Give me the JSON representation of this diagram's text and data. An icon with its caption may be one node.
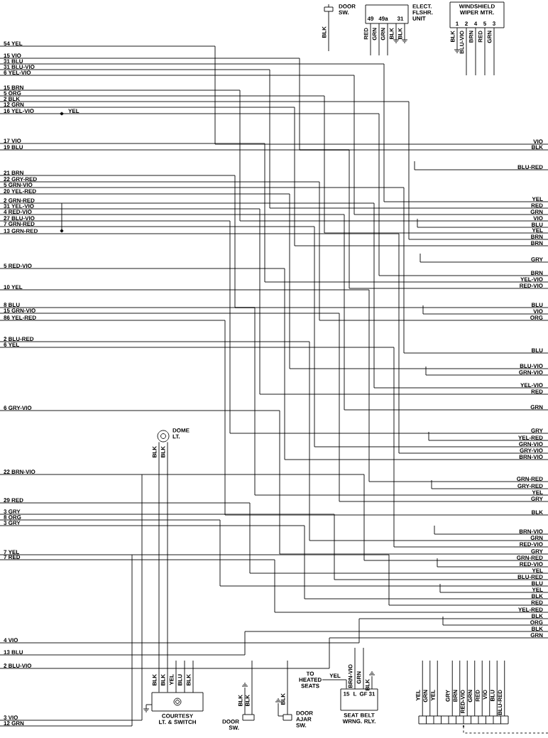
{
  "diagram": {
    "nodes": [
      {
        "text": [
          "DOOR SW."
        ]
      },
      {
        "text": [
          "ELECT. FLSHR. UNIT",
          "49",
          "49a",
          "31"
        ]
      },
      {
        "text": [
          "WINDSHIELD WIPER MTR.",
          "1",
          "2",
          "4",
          "5",
          "3"
        ]
      },
      {
        "text": [
          "DOME LT."
        ]
      },
      {
        "text": [
          "COURTESY LT. & SWITCH"
        ]
      },
      {
        "text": [
          "DOOR SW."
        ]
      },
      {
        "text": [
          "TO HEATED SEATS"
        ]
      },
      {
        "text": [
          "DOOR AJAR SW."
        ]
      },
      {
        "text": [
          "15",
          "L",
          "GF",
          "31",
          "SEAT BELT WRNG. RLY."
        ]
      },
      {
        "text": [],
        "shape": "box"
      }
    ],
    "edges": [
      {
        "from": 3,
        "to": 4,
        "arrow": "none",
        "label": "BLK"
      },
      {
        "from": 3,
        "to": 4,
        "arrow": "none",
        "label": "BLK"
      },
      {
        "from": 6,
        "to": 8,
        "arrow": "none",
        "label": "YEL"
      },
      {
        "from": null,
        "to": 9,
        "arrow": "to",
        "style": "dashed"
      }
    ],
    "labels": [
      "54 YEL",
      "15 VIO",
      "31 BLU",
      "31 BLU-VIO",
      "6 YEL-VIO",
      "15 BRN",
      "5 ORG",
      "2 BLK",
      "12 GRN",
      "16 YEL-VIO",
      "YEL",
      "17 VIO",
      "19 BLU",
      "21 BRN",
      "22 GRY-RED",
      "5 GRN-VIO",
      "20 YEL-RED",
      "2 GRN-RED",
      "31 YEL-VIO",
      "4 RED-VIO",
      "27 BLU-VIO",
      "7 GRN-RED",
      "13 GRN-RED",
      "5 RED-VIO",
      "10 YEL",
      "8 BLU",
      "15 GRN-VIO",
      "86 YEL-RED",
      "2 BLU-RED",
      "6 YEL",
      "6 GRY-VIO",
      "22 BRN-VIO",
      "29 RED",
      "3 GRY",
      "8 ORG",
      "3 GRY",
      "7 YEL",
      "7 RED",
      "4 VIO",
      "13 BLU",
      "2 BLU-VIO",
      "3 VIO",
      "12 GRN",
      "VIO",
      "BLK",
      "BLU-RED",
      "YEL",
      "RED",
      "GRN",
      "VIO",
      "BLU",
      "YEL",
      "BRN",
      "BRN",
      "GRY",
      "BRN",
      "YEL-VIO",
      "RED-VIO",
      "BLU",
      "VIO",
      "ORG",
      "BLU",
      "BLU-VIO",
      "GRN-VIO",
      "YEL-VIO",
      "RED",
      "GRN",
      "GRY",
      "YEL-RED",
      "GRN-VIO",
      "GRY-VIO",
      "BRN-VIO",
      "GRN-RED",
      "GRY-RED",
      "YEL",
      "GRY",
      "BLK",
      "BRN-VIO",
      "GRN",
      "RED-VIO",
      "GRY",
      "GRN-RED",
      "RED-VIO",
      "YEL",
      "BLU-RED",
      "BLU",
      "YEL",
      "BLK",
      "RED",
      "YEL-RED",
      "BLK",
      "ORG",
      "BLK",
      "GRN",
      "BLK",
      "RED",
      "GRN",
      "GRN",
      "BLK",
      "BLK",
      "BLK",
      "BLU-VIO",
      "BRN",
      "RED",
      "GRN",
      "BLK",
      "BLK",
      "YEL",
      "BLU",
      "BLK",
      "BLK",
      "BLK",
      "BLK",
      "BRN-VIO",
      "GRN",
      "BLK",
      "YEL",
      "GRN",
      "YEL",
      "GRY",
      "BRN",
      "RED-VIO",
      "GRN",
      "RED",
      "VIO",
      "BLU",
      "BLU-RED"
    ]
  }
}
